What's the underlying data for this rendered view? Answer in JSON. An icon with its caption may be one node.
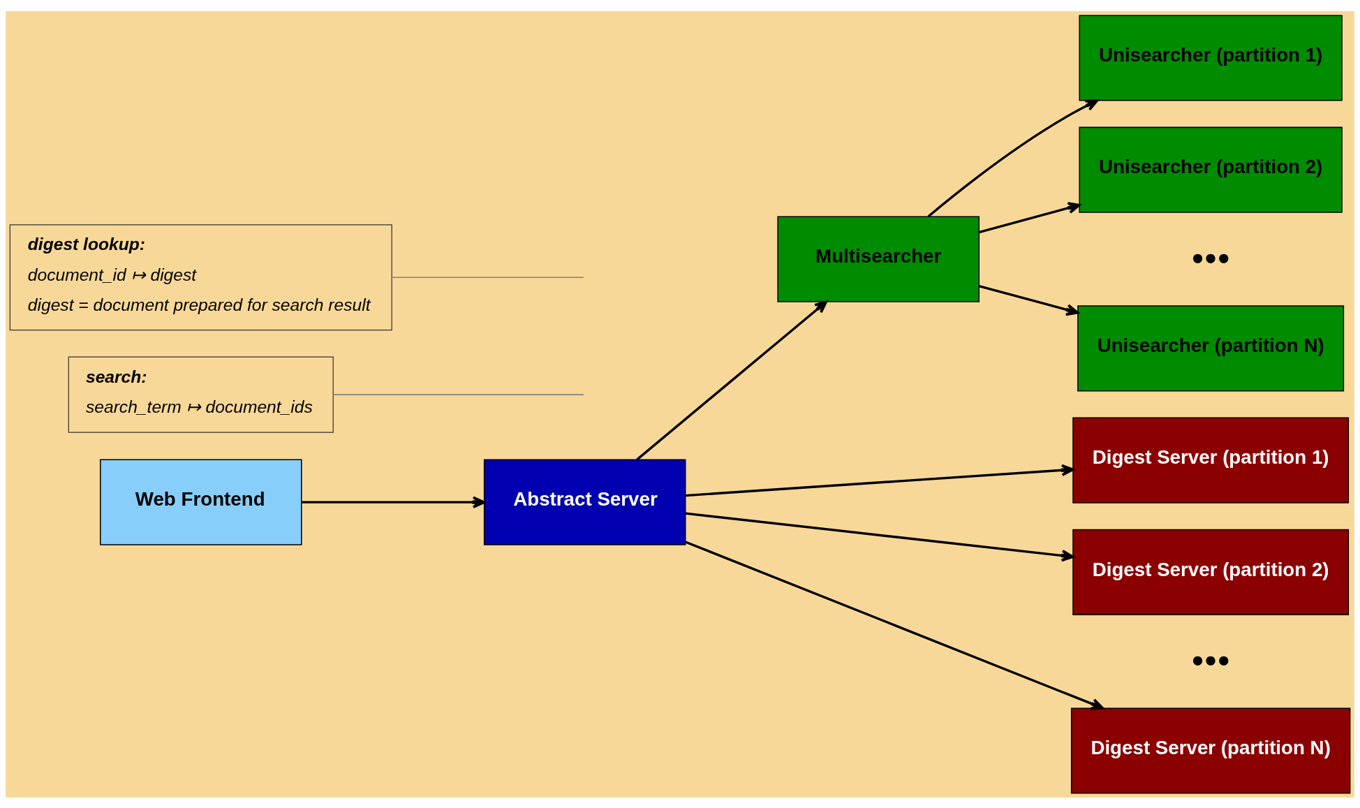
{
  "diagram": {
    "nodes": [
      {
        "text": [
          "Web Frontend"
        ]
      },
      {
        "text": [
          "Abstract Server"
        ]
      },
      {
        "text": [
          "Multisearcher"
        ]
      },
      {
        "text": [
          "Unisearcher (partition 1)"
        ]
      },
      {
        "text": [
          "Unisearcher (partition 2)"
        ]
      },
      {
        "text": [
          "Unisearcher (partition N)"
        ]
      },
      {
        "text": [
          "Digest Server (partition 1)"
        ]
      },
      {
        "text": [
          "Digest Server (partition 2)"
        ]
      },
      {
        "text": [
          "Digest Server (partition N)"
        ]
      },
      {
        "text": [
          "search:",
          "search_term ↦ document_ids"
        ]
      },
      {
        "text": [
          "digest lookup:",
          "document_id ↦ digest",
          "digest = document prepared for search result"
        ]
      }
    ],
    "edges": [
      {
        "from": 0,
        "to": 1,
        "arrow": "to"
      },
      {
        "from": 1,
        "to": 2,
        "arrow": "to"
      },
      {
        "from": 2,
        "to": 3,
        "arrow": "to"
      },
      {
        "from": 2,
        "to": 4,
        "arrow": "to"
      },
      {
        "from": 2,
        "to": 5,
        "arrow": "to"
      },
      {
        "from": 1,
        "to": 6,
        "arrow": "to"
      },
      {
        "from": 1,
        "to": 7,
        "arrow": "to"
      },
      {
        "from": 1,
        "to": 8,
        "arrow": "to"
      },
      {
        "from": 9,
        "to": null,
        "arrow": "none",
        "color": "#808080"
      },
      {
        "from": 10,
        "to": null,
        "arrow": "none",
        "color": "#808080"
      }
    ],
    "labels": [
      "●●●",
      "●●●"
    ]
  }
}
